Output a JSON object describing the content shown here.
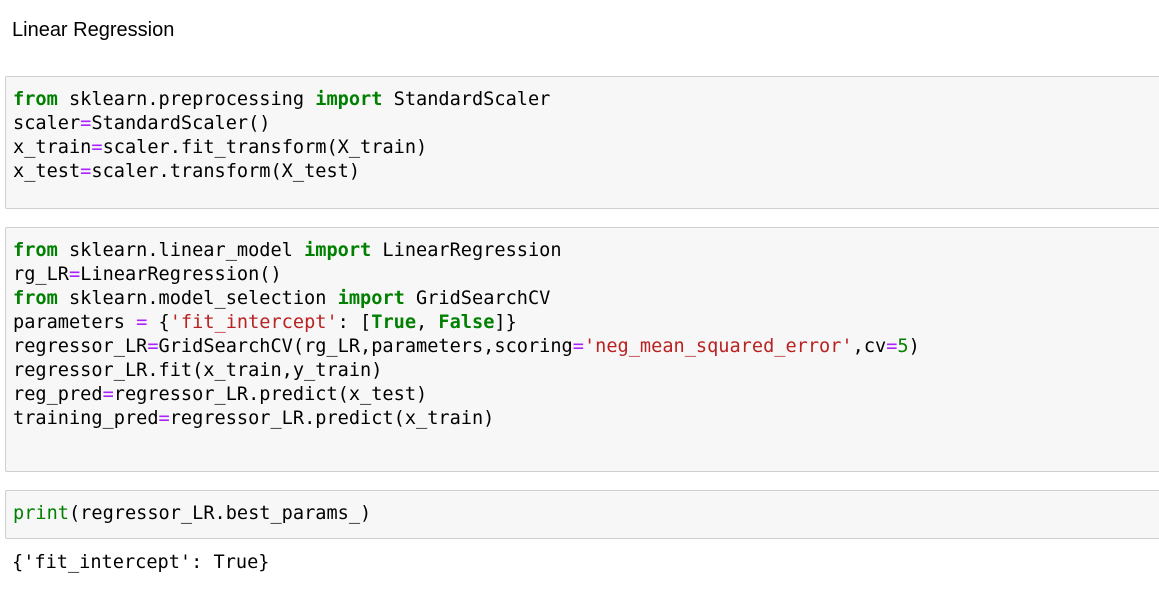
{
  "heading": "Linear Regression",
  "cells": [
    {
      "lines": [
        [
          {
            "t": "kw",
            "v": "from"
          },
          {
            "t": "",
            "v": " sklearn.preprocessing "
          },
          {
            "t": "kw",
            "v": "import"
          },
          {
            "t": "",
            "v": " StandardScaler"
          }
        ],
        [
          {
            "t": "",
            "v": "scaler"
          },
          {
            "t": "op",
            "v": "="
          },
          {
            "t": "",
            "v": "StandardScaler()"
          }
        ],
        [
          {
            "t": "",
            "v": "x_train"
          },
          {
            "t": "op",
            "v": "="
          },
          {
            "t": "",
            "v": "scaler.fit_transform(X_train)"
          }
        ],
        [
          {
            "t": "",
            "v": "x_test"
          },
          {
            "t": "op",
            "v": "="
          },
          {
            "t": "",
            "v": "scaler.transform(X_test)"
          }
        ]
      ]
    },
    {
      "lines": [
        [
          {
            "t": "kw",
            "v": "from"
          },
          {
            "t": "",
            "v": " sklearn.linear_model "
          },
          {
            "t": "kw",
            "v": "import"
          },
          {
            "t": "",
            "v": " LinearRegression"
          }
        ],
        [
          {
            "t": "",
            "v": "rg_LR"
          },
          {
            "t": "op",
            "v": "="
          },
          {
            "t": "",
            "v": "LinearRegression()"
          }
        ],
        [
          {
            "t": "kw",
            "v": "from"
          },
          {
            "t": "",
            "v": " sklearn.model_selection "
          },
          {
            "t": "kw",
            "v": "import"
          },
          {
            "t": "",
            "v": " GridSearchCV"
          }
        ],
        [
          {
            "t": "",
            "v": "parameters "
          },
          {
            "t": "op",
            "v": "="
          },
          {
            "t": "",
            "v": " {"
          },
          {
            "t": "str",
            "v": "'fit_intercept'"
          },
          {
            "t": "",
            "v": ": ["
          },
          {
            "t": "kw",
            "v": "True"
          },
          {
            "t": "",
            "v": ", "
          },
          {
            "t": "kw",
            "v": "False"
          },
          {
            "t": "",
            "v": "]}"
          }
        ],
        [
          {
            "t": "",
            "v": "regressor_LR"
          },
          {
            "t": "op",
            "v": "="
          },
          {
            "t": "",
            "v": "GridSearchCV(rg_LR,parameters,scoring"
          },
          {
            "t": "op",
            "v": "="
          },
          {
            "t": "str",
            "v": "'neg_mean_squared_error'"
          },
          {
            "t": "",
            "v": ",cv"
          },
          {
            "t": "op",
            "v": "="
          },
          {
            "t": "num",
            "v": "5"
          },
          {
            "t": "",
            "v": ")"
          }
        ],
        [
          {
            "t": "",
            "v": "regressor_LR.fit(x_train,y_train)"
          }
        ],
        [
          {
            "t": "",
            "v": "reg_pred"
          },
          {
            "t": "op",
            "v": "="
          },
          {
            "t": "",
            "v": "regressor_LR.predict(x_test)"
          }
        ],
        [
          {
            "t": "",
            "v": "training_pred"
          },
          {
            "t": "op",
            "v": "="
          },
          {
            "t": "",
            "v": "regressor_LR.predict(x_train)"
          }
        ]
      ]
    },
    {
      "lines": [
        [
          {
            "t": "bi",
            "v": "print"
          },
          {
            "t": "",
            "v": "(regressor_LR.best_params_)"
          }
        ]
      ]
    }
  ],
  "output": "{'fit_intercept': True}"
}
